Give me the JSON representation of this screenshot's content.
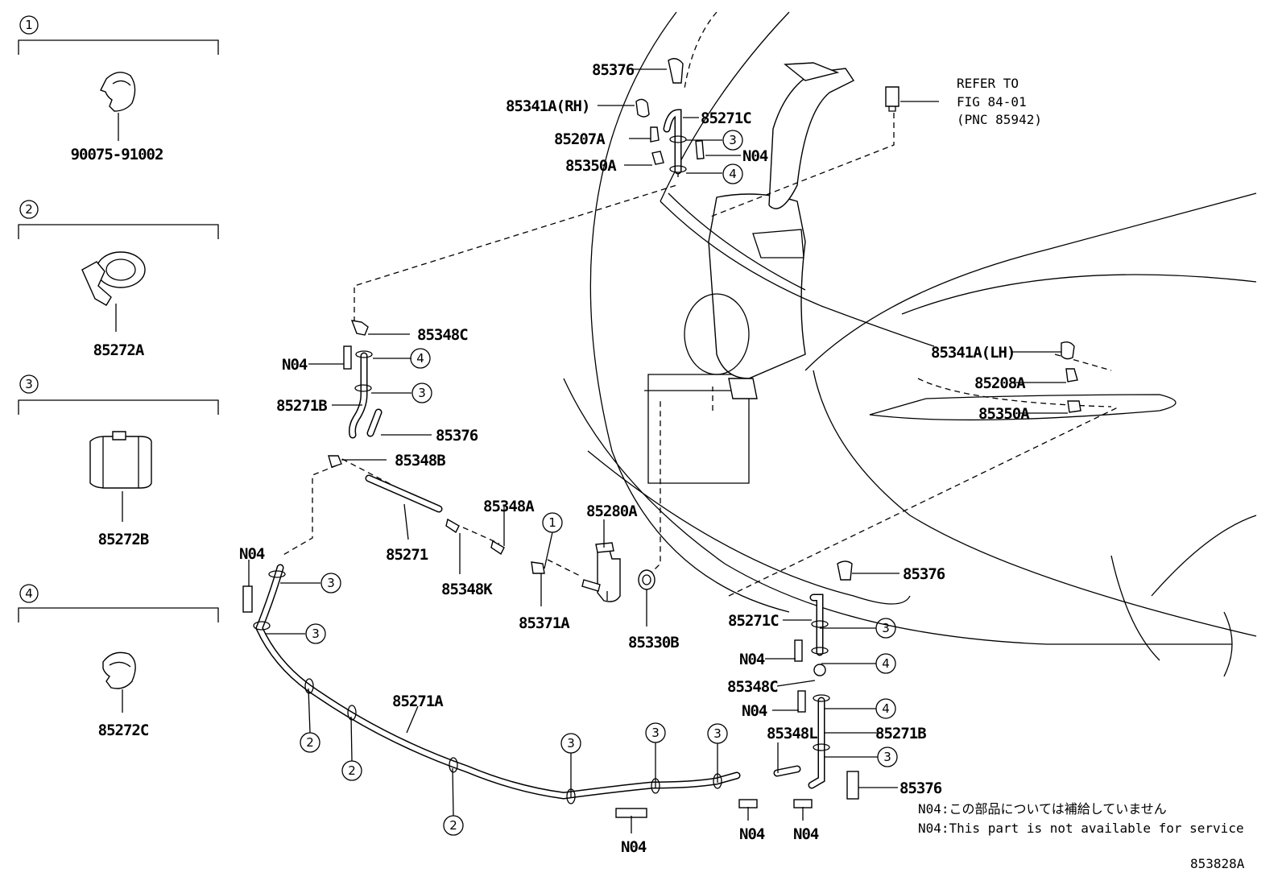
{
  "legend": [
    {
      "num": "1",
      "part": "90075-91002"
    },
    {
      "num": "2",
      "part": "85272A"
    },
    {
      "num": "3",
      "part": "85272B"
    },
    {
      "num": "4",
      "part": "85272C"
    }
  ],
  "labels": {
    "p85376_top": "85376",
    "p85341A_rh": "85341A(RH)",
    "p85271C_top": "85271C",
    "p85207A": "85207A",
    "p85350A_top": "85350A",
    "n04_top": "N04",
    "refer_1": "REFER TO",
    "refer_2": "FIG 84-01",
    "refer_3": "(PNC 85942)",
    "p85348C_left": "85348C",
    "n04_left": "N04",
    "p85271B_left": "85271B",
    "p85376_left": "85376",
    "p85348B": "85348B",
    "p85348A": "85348A",
    "p85280A": "85280A",
    "p85271": "85271",
    "p85348K": "85348K",
    "p85371A": "85371A",
    "p85330B": "85330B",
    "n04_far_left": "N04",
    "p85271A": "85271A",
    "p85341A_lh": "85341A(LH)",
    "p85208A": "85208A",
    "p85350A_right": "85350A",
    "p85376_right": "85376",
    "p85271C_right": "85271C",
    "n04_r1": "N04",
    "p85348C_right": "85348C",
    "n04_r2": "N04",
    "p85348L": "85348L",
    "p85271B_right": "85271B",
    "p85376_br": "85376",
    "n04_bottom_1": "N04",
    "n04_bottom_2": "N04",
    "n04_bottom_3": "N04",
    "n04_callout": "1"
  },
  "circle_marks": {
    "one": "1",
    "two": "2",
    "three": "3",
    "four": "4"
  },
  "notes": {
    "jp": "N04:この部品については補給していません",
    "en": "N04:This part is not available for service"
  },
  "figure_id": "853828A"
}
